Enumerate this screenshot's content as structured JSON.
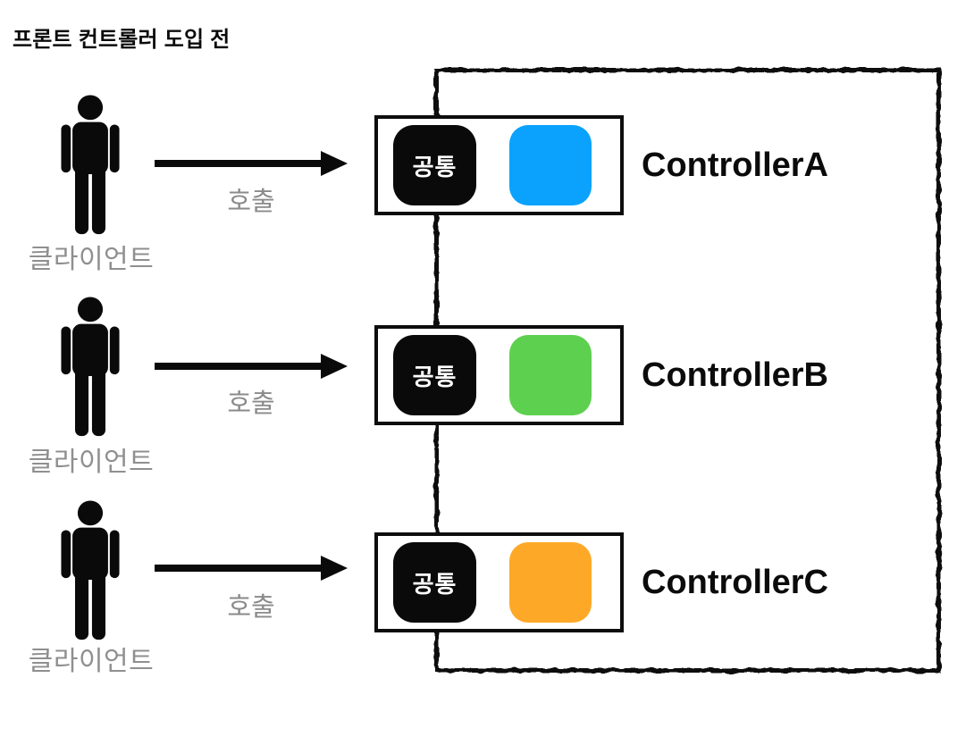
{
  "title": "프론트 컨트롤러 도입 전",
  "colors": {
    "ink": "#0d0d0d",
    "muted_text": "#8f8f8f",
    "handler_blue": "#0aa2fd",
    "handler_green": "#5ed050",
    "handler_orange": "#fda927"
  },
  "rows": [
    {
      "client_label": "클라이언트",
      "call_label": "호출",
      "common_badge": "공통",
      "controller_label": "ControllerA",
      "handler_color": "#0aa2fd"
    },
    {
      "client_label": "클라이언트",
      "call_label": "호출",
      "common_badge": "공통",
      "controller_label": "ControllerB",
      "handler_color": "#5ed050"
    },
    {
      "client_label": "클라이언트",
      "call_label": "호출",
      "common_badge": "공통",
      "controller_label": "ControllerC",
      "handler_color": "#fda927"
    }
  ]
}
